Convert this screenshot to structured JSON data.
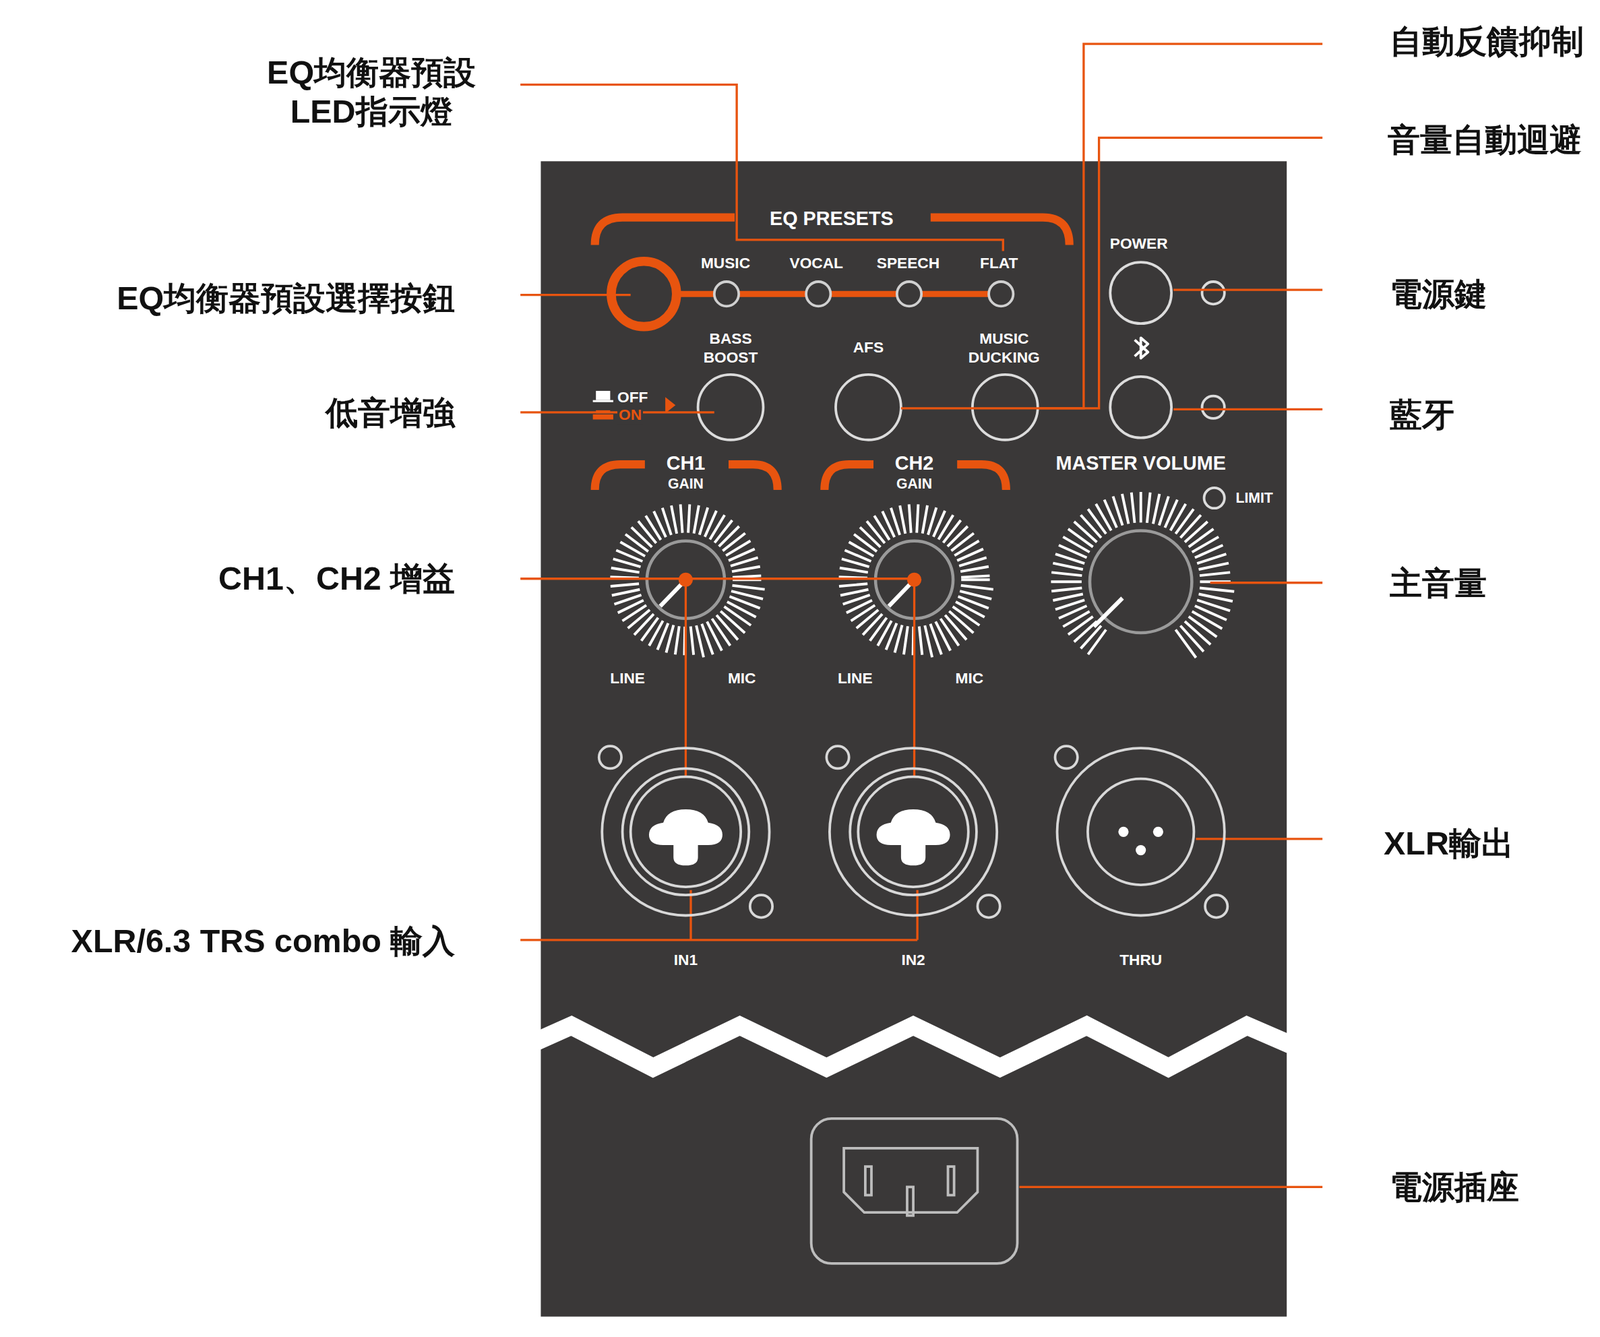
{
  "diagram": {
    "labels": [
      "EQ均衡器預設 LED指示燈",
      "自動反饋抑制",
      "音量自動迴避",
      "EQ均衡器預設選擇按鈕",
      "電源鍵",
      "低音增強",
      "藍牙",
      "CH1、CH2 增益",
      "主音量",
      "XLR輸出",
      "XLR/6.3 TRS combo 輸入",
      "電源插座",
      "EQ PRESETS",
      "MUSIC",
      "VOCAL",
      "SPEECH",
      "FLAT",
      "POWER",
      "BASS BOOST",
      "AFS",
      "MUSIC DUCKING",
      "OFF",
      "ON",
      "CH1",
      "GAIN",
      "CH2",
      "GAIN",
      "MASTER VOLUME",
      "LIMIT",
      "LINE",
      "MIC",
      "LINE",
      "MIC",
      "IN1",
      "IN2",
      "THRU"
    ]
  }
}
